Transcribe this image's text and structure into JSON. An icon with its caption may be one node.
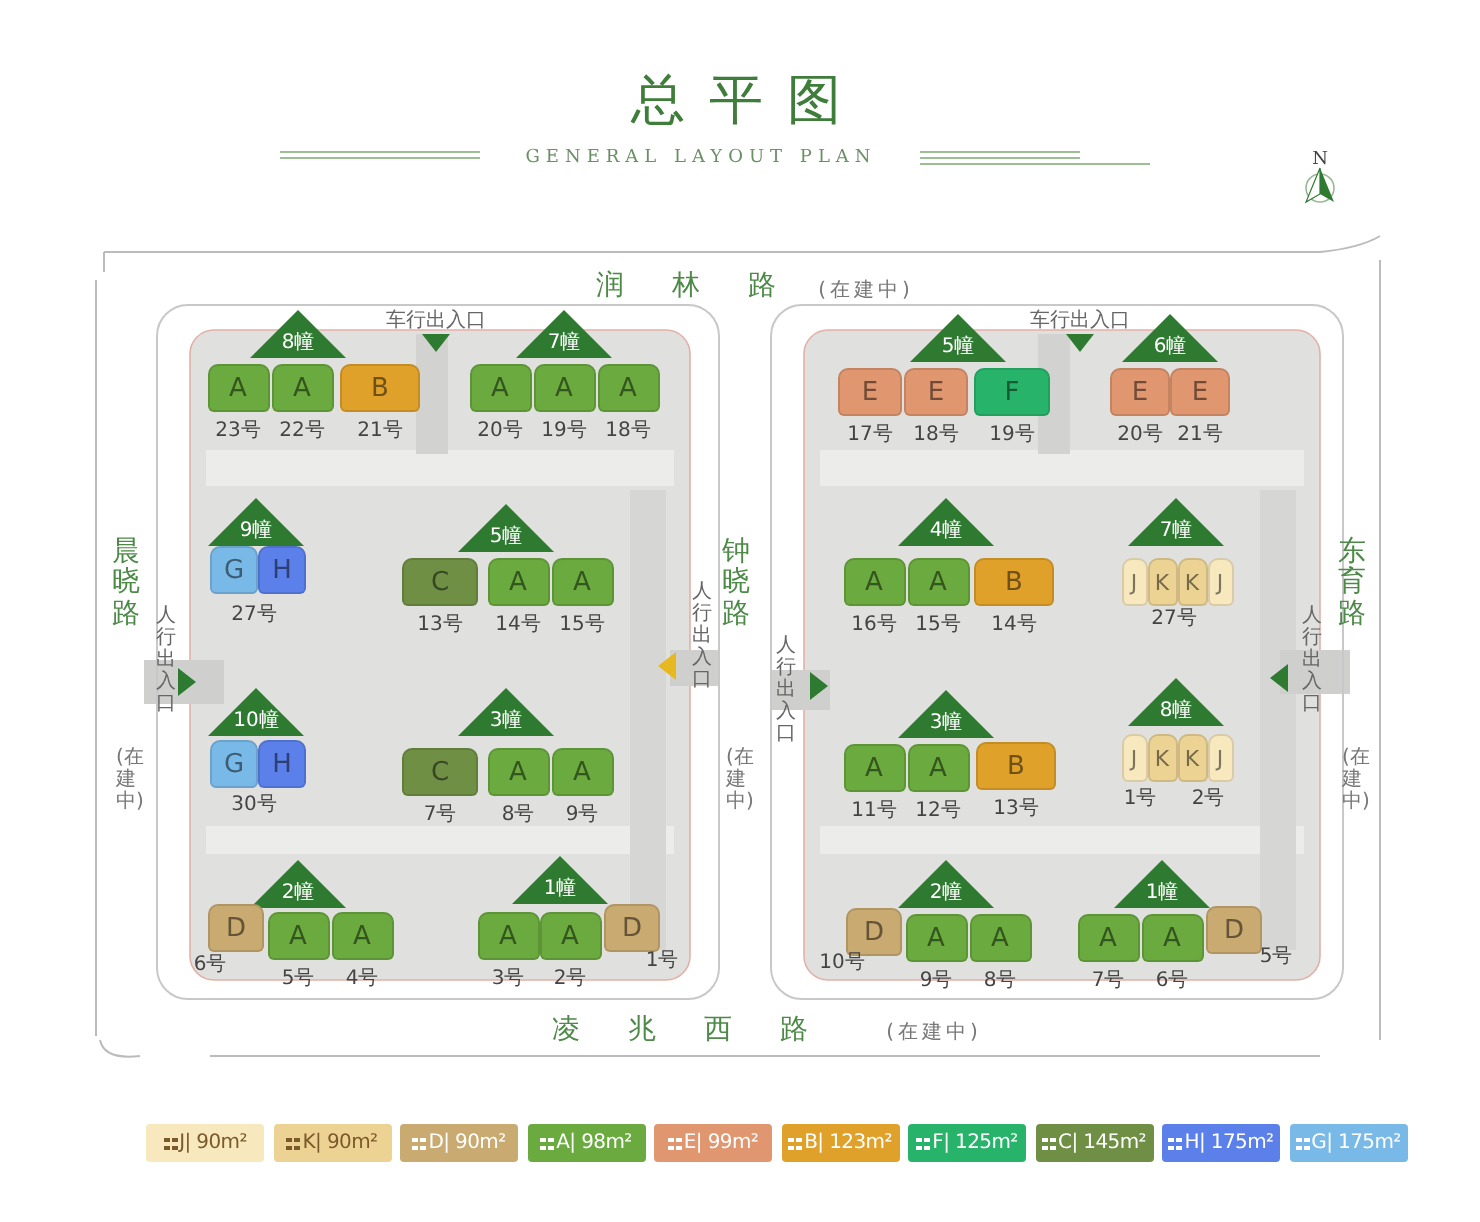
{
  "diagram": {
    "title": "总平图",
    "nodes": [
      {
        "text": [],
        "shape": "box"
      },
      {
        "text": [
          "8幢"
        ],
        "in": 0
      },
      {
        "text": [
          "A"
        ],
        "in": 0,
        "beside": [
          "23号"
        ]
      },
      {
        "text": [
          "A"
        ],
        "in": 0,
        "beside": [
          "22号"
        ]
      },
      {
        "text": [
          "B"
        ],
        "in": 0,
        "beside": [
          "21号"
        ]
      },
      {
        "text": [
          "7幢"
        ],
        "in": 0
      },
      {
        "text": [
          "A"
        ],
        "in": 0,
        "beside": [
          "20号"
        ]
      },
      {
        "text": [
          "A"
        ],
        "in": 0,
        "beside": [
          "19号"
        ]
      },
      {
        "text": [
          "A"
        ],
        "in": 0,
        "beside": [
          "18号"
        ]
      },
      {
        "text": [
          "9幢"
        ],
        "in": 0
      },
      {
        "text": [
          "G"
        ],
        "in": 0
      },
      {
        "text": [
          "H"
        ],
        "in": 0
      },
      {
        "text": [
          "5幢"
        ],
        "in": 0
      },
      {
        "text": [
          "C"
        ],
        "in": 0,
        "beside": [
          "13号"
        ]
      },
      {
        "text": [
          "A"
        ],
        "in": 0,
        "beside": [
          "14号"
        ]
      },
      {
        "text": [
          "A"
        ],
        "in": 0,
        "beside": [
          "15号"
        ]
      },
      {
        "text": [
          "10幢"
        ],
        "in": 0
      },
      {
        "text": [
          "G"
        ],
        "in": 0
      },
      {
        "text": [
          "H"
        ],
        "in": 0
      },
      {
        "text": [
          "3幢"
        ],
        "in": 0
      },
      {
        "text": [
          "C"
        ],
        "in": 0,
        "beside": [
          "7号"
        ]
      },
      {
        "text": [
          "A"
        ],
        "in": 0,
        "beside": [
          "8号"
        ]
      },
      {
        "text": [
          "A"
        ],
        "in": 0,
        "beside": [
          "9号"
        ]
      },
      {
        "text": [
          "2幢"
        ],
        "in": 0
      },
      {
        "text": [
          "D"
        ],
        "in": 0,
        "beside": [
          "6号"
        ]
      },
      {
        "text": [
          "A"
        ],
        "in": 0,
        "beside": [
          "5号"
        ]
      },
      {
        "text": [
          "A"
        ],
        "in": 0,
        "beside": [
          "4号"
        ]
      },
      {
        "text": [
          "1幢"
        ],
        "in": 0
      },
      {
        "text": [
          "A"
        ],
        "in": 0,
        "beside": [
          "3号"
        ]
      },
      {
        "text": [
          "A"
        ],
        "in": 0,
        "beside": [
          "2号"
        ]
      },
      {
        "text": [
          "D"
        ],
        "in": 0,
        "beside": [
          "1号"
        ]
      },
      {
        "text": [],
        "shape": "box"
      },
      {
        "text": [
          "5幢"
        ],
        "in": 31
      },
      {
        "text": [
          "E"
        ],
        "in": 31,
        "beside": [
          "17号"
        ]
      },
      {
        "text": [
          "E"
        ],
        "in": 31,
        "beside": [
          "18号"
        ]
      },
      {
        "text": [
          "F"
        ],
        "in": 31,
        "beside": [
          "19号"
        ]
      },
      {
        "text": [
          "6幢"
        ],
        "in": 31
      },
      {
        "text": [
          "E"
        ],
        "in": 31,
        "beside": [
          "20号"
        ]
      },
      {
        "text": [
          "E"
        ],
        "in": 31,
        "beside": [
          "21号"
        ]
      },
      {
        "text": [
          "4幢"
        ],
        "in": 31
      },
      {
        "text": [
          "A"
        ],
        "in": 31,
        "beside": [
          "16号"
        ]
      },
      {
        "text": [
          "A"
        ],
        "in": 31,
        "beside": [
          "15号"
        ]
      },
      {
        "text": [
          "B"
        ],
        "in": 31,
        "beside": [
          "14号"
        ]
      },
      {
        "text": [
          "7幢"
        ],
        "in": 31
      },
      {
        "text": [
          "J"
        ],
        "in": 31
      },
      {
        "text": [
          "K"
        ],
        "in": 31
      },
      {
        "text": [
          "K"
        ],
        "in": 31
      },
      {
        "text": [
          "J"
        ],
        "in": 31
      },
      {
        "text": [
          "3幢"
        ],
        "in": 31
      },
      {
        "text": [
          "A"
        ],
        "in": 31,
        "beside": [
          "11号"
        ]
      },
      {
        "text": [
          "A"
        ],
        "in": 31,
        "beside": [
          "12号"
        ]
      },
      {
        "text": [
          "B"
        ],
        "in": 31,
        "beside": [
          "13号"
        ]
      },
      {
        "text": [
          "8幢"
        ],
        "in": 31
      },
      {
        "text": [
          "J"
        ],
        "in": 31
      },
      {
        "text": [
          "K"
        ],
        "in": 31
      },
      {
        "text": [
          "K"
        ],
        "in": 31
      },
      {
        "text": [
          "J"
        ],
        "in": 31
      },
      {
        "text": [
          "2幢"
        ],
        "in": 31
      },
      {
        "text": [
          "D"
        ],
        "in": 31,
        "beside": [
          "10号"
        ]
      },
      {
        "text": [
          "A"
        ],
        "in": 31,
        "beside": [
          "9号"
        ]
      },
      {
        "text": [
          "A"
        ],
        "in": 31,
        "beside": [
          "8号"
        ]
      },
      {
        "text": [
          "1幢"
        ],
        "in": 31
      },
      {
        "text": [
          "A"
        ],
        "in": 31,
        "beside": [
          "7号"
        ]
      },
      {
        "text": [
          "A"
        ],
        "in": 31,
        "beside": [
          "6号"
        ]
      },
      {
        "text": [
          "D"
        ],
        "in": 31,
        "beside": [
          "5号"
        ]
      }
    ],
    "labels": [
      "GENERAL LAYOUT PLAN",
      "N",
      "润林路",
      "(在建中)",
      "车行出入口",
      "车行出入口",
      "27号",
      "晨晓路",
      "钟晓路",
      "东育路",
      "27号",
      "人行出入口",
      "人行出入口",
      "人行出入口",
      "人行出入口",
      "(在建中)",
      "(在建中)",
      "(在建中)",
      "30号",
      "1号",
      "2号",
      "凌兆西路",
      "(在建中)"
    ],
    "legend": [
      {
        "text": "J| 90m²",
        "color": "#f7e8bd"
      },
      {
        "text": "K| 90m²",
        "color": "#ecd394"
      },
      {
        "text": "D| 90m²",
        "color": "#c9aa70"
      },
      {
        "text": "A| 98m²",
        "color": "#6aaa3e"
      },
      {
        "text": "E| 99m²",
        "color": "#e0966f"
      },
      {
        "text": "B| 123m²",
        "color": "#e0a12a"
      },
      {
        "text": "F| 125m²",
        "color": "#27b46a"
      },
      {
        "text": "C| 145m²",
        "color": "#6e8f44"
      },
      {
        "text": "H| 175m²",
        "color": "#5b80ea"
      },
      {
        "text": "G| 175m²",
        "color": "#79b9e8"
      }
    ]
  }
}
